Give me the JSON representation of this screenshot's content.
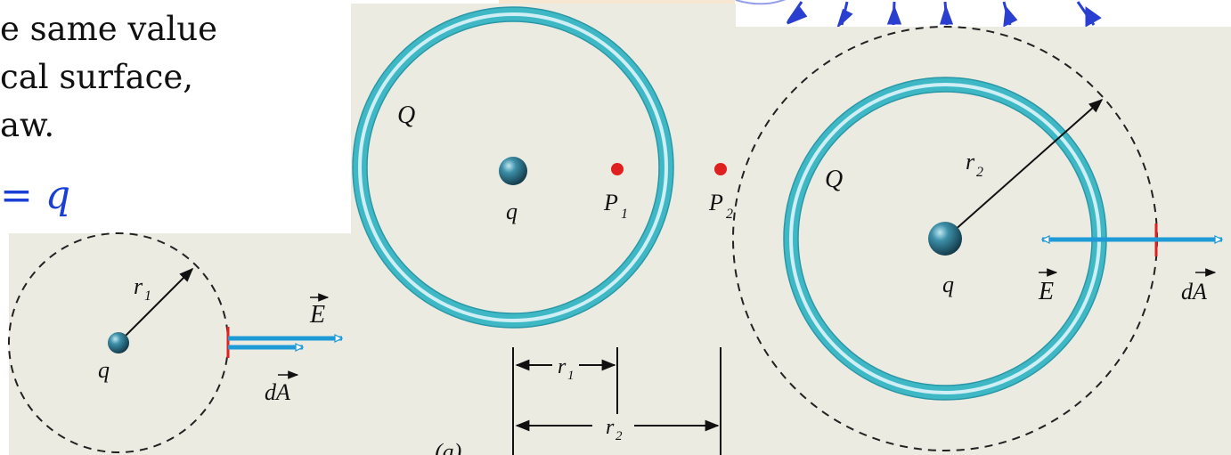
{
  "slide": {
    "lines": [
      "e same value",
      "cal surface,",
      "aw."
    ],
    "equation": "= q"
  },
  "figure_left": {
    "charge_label": "q",
    "radius_label": "r",
    "radius_sub": "1",
    "field_label": "E",
    "area_label": "dA"
  },
  "figure_middle": {
    "shell_label": "Q",
    "charge_label": "q",
    "point1_label": "P",
    "point1_sub": "1",
    "point2_label": "P",
    "point2_sub": "2",
    "dim1_label": "r",
    "dim1_sub": "1",
    "dim2_label": "r",
    "dim2_sub": "2",
    "panel_label": "(a)"
  },
  "figure_right": {
    "shell_label": "Q",
    "charge_label": "q",
    "radius_label": "r",
    "radius_sub": "2",
    "field_label": "E",
    "area_label": "dA"
  },
  "colors": {
    "panel_bg": "#ecebe2",
    "shell": "#3fb8c6",
    "charge": "#2b6e86",
    "field_arrow": "#1e9ad6",
    "point": "#e01f1f",
    "equation": "#1a3fd6",
    "field_line_arrow": "#2a3fd0"
  }
}
